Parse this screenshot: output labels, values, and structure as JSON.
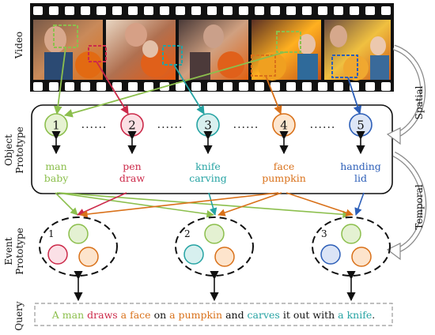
{
  "row_labels": {
    "video": "Video",
    "object_line1": "Object",
    "object_line2": "Prototype",
    "event_line1": "Event",
    "event_line2": "Prototype",
    "query": "Query"
  },
  "side_labels": {
    "spatial": "Spatial",
    "temporal": "Temporal"
  },
  "dots": "......",
  "prototypes": [
    {
      "num": "1",
      "color": "#8cbf4d",
      "fill": "#e6f2d2",
      "words": [
        "man",
        "baby"
      ]
    },
    {
      "num": "2",
      "color": "#cc2a4a",
      "fill": "#fbe0e4",
      "words": [
        "pen",
        "draw"
      ]
    },
    {
      "num": "3",
      "color": "#26a3a3",
      "fill": "#d9f0ef",
      "words": [
        "knife",
        "carving"
      ]
    },
    {
      "num": "4",
      "color": "#d9711a",
      "fill": "#fde6cf",
      "words": [
        "face",
        "pumpkin"
      ]
    },
    {
      "num": "5",
      "color": "#2d5fb8",
      "fill": "#dde6f6",
      "words": [
        "handing",
        "lid"
      ]
    }
  ],
  "events": [
    {
      "num": "1",
      "colors": [
        "#8cbf4d",
        "#cc2a4a",
        "#d9711a"
      ]
    },
    {
      "num": "2",
      "colors": [
        "#8cbf4d",
        "#26a3a3",
        "#d9711a"
      ]
    },
    {
      "num": "3",
      "colors": [
        "#8cbf4d",
        "#2d5fb8",
        "#d9711a"
      ]
    }
  ],
  "query_tokens": [
    {
      "text": "A man ",
      "color": "#8cbf4d"
    },
    {
      "text": "draws ",
      "color": "#cc2a4a"
    },
    {
      "text": "a face ",
      "color": "#d9711a"
    },
    {
      "text": "on ",
      "color": "#111111"
    },
    {
      "text": "a pumpkin ",
      "color": "#d9711a"
    },
    {
      "text": "and ",
      "color": "#111111"
    },
    {
      "text": "carves ",
      "color": "#26a3a3"
    },
    {
      "text": "it out with ",
      "color": "#111111"
    },
    {
      "text": "a knife",
      "color": "#26a3a3"
    },
    {
      "text": ".",
      "color": "#111111"
    }
  ]
}
